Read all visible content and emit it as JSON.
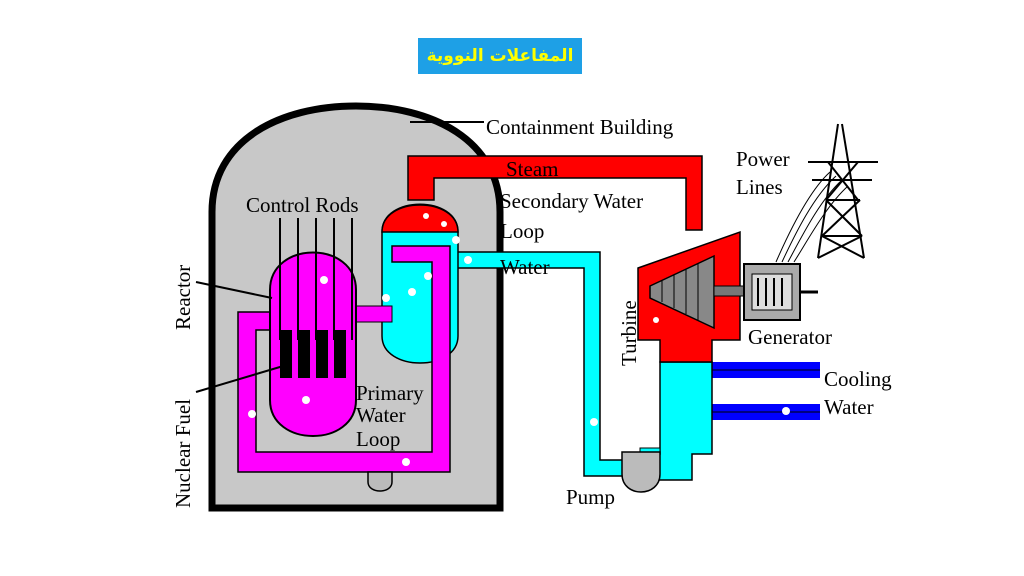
{
  "title": "المفاعلات النووية",
  "colors": {
    "title_bg": "#1ea0e6",
    "title_text": "#ffff00",
    "containment": "#c8c8c8",
    "steam": "#ff0000",
    "water": "#00ffff",
    "primary": "#ff00ff",
    "cooling": "#0000ff"
  },
  "labels": {
    "containment_building": "Containment Building",
    "steam": "Steam",
    "power": "Power",
    "lines": "Lines",
    "control_rods": "Control Rods",
    "secondary_water": "Secondary Water",
    "loop": "Loop",
    "water": "Water",
    "reactor": "Reactor",
    "turbine": "Turbine",
    "generator": "Generator",
    "primary": "Primary",
    "primary_water": "Water",
    "primary_loop": "Loop",
    "nuclear_fuel": "Nuclear Fuel",
    "cooling": "Cooling",
    "cooling_water": "Water",
    "pump": "Pump"
  }
}
